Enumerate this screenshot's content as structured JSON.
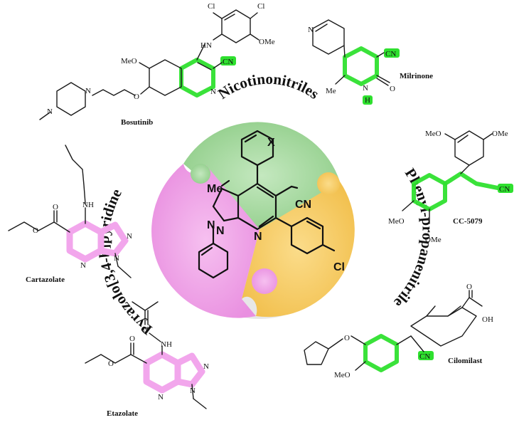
{
  "circle_labels": {
    "top": "Nicotinonitriles",
    "right": "Phenyl-propanenitrile",
    "left": "Pyrazolo[3,4-b]pyridine"
  },
  "core_atoms": {
    "x": "X",
    "me": "Me",
    "cn": "CN",
    "n1": "N",
    "n2": "N",
    "n3": "N",
    "cl": "Cl"
  },
  "drugs": {
    "bosutinib": {
      "name": "Bosutinib",
      "atoms": {
        "cl1": "Cl",
        "cl2": "Cl",
        "hn": "HN",
        "ome": "OMe",
        "meo": "MeO",
        "cn": "CN",
        "n_ring": "N",
        "o": "O",
        "n_pip1": "N",
        "n_pip2": "N"
      }
    },
    "milrinone": {
      "name": "Milrinone",
      "atoms": {
        "n_pyr": "N",
        "cn": "CN",
        "me": "Me",
        "n": "N",
        "h": "H",
        "o": "O"
      }
    },
    "cc5079": {
      "name": "CC-5079",
      "atoms": {
        "meo_top": "MeO",
        "ome_top": "OMe",
        "cn": "CN",
        "meo": "MeO",
        "ome": "OMe"
      }
    },
    "cartazolate": {
      "name": "Cartazolate",
      "atoms": {
        "o_carbonyl": "O",
        "nh": "NH",
        "o_ester": "O",
        "n_a": "N",
        "n_b": "N",
        "n_pyr": "N"
      }
    },
    "etazolate": {
      "name": "Etazolate",
      "atoms": {
        "n_imine": "N",
        "nh": "NH",
        "o_carbonyl": "O",
        "o_ester": "O",
        "n_a": "N",
        "n_b": "N",
        "n_pyr": "N"
      }
    },
    "cilomilast": {
      "name": "Cilomilast",
      "atoms": {
        "o_acid": "O",
        "oh": "OH",
        "o_ether": "O",
        "meo": "MeO",
        "cn": "CN"
      }
    }
  },
  "colors": {
    "green_sector": "#a7d9a2",
    "pink_sector": "#f0a2e8",
    "orange_sector": "#f7cf6a",
    "highlight_green": "#2fe02f",
    "highlight_pink": "#f2a6ec"
  }
}
